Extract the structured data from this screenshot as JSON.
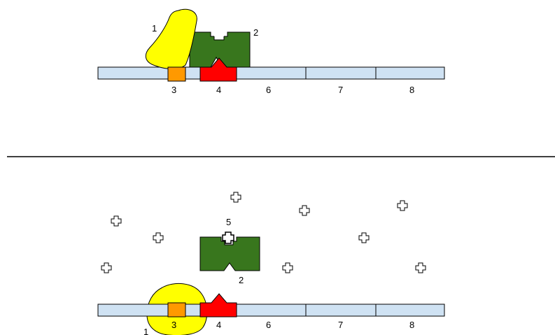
{
  "colors": {
    "strand": "#cfe2f3",
    "blob": "#ffff00",
    "repressor": "#38761d",
    "box3": "#ff9900",
    "box4": "#ff0000",
    "molecule": "#ffffff",
    "outline": "#000000"
  },
  "top_panel": {
    "labels": {
      "blob": "1",
      "repressor": "2",
      "box3": "3",
      "box4": "4",
      "seg6": "6",
      "seg7": "7",
      "seg8": "8"
    }
  },
  "bottom_panel": {
    "labels": {
      "blob": "1",
      "repressor": "2",
      "molecule": "5",
      "box3": "3",
      "box4": "4",
      "seg6": "6",
      "seg7": "7",
      "seg8": "8"
    }
  },
  "icons": {
    "molecule": "cross-shape-icon"
  }
}
